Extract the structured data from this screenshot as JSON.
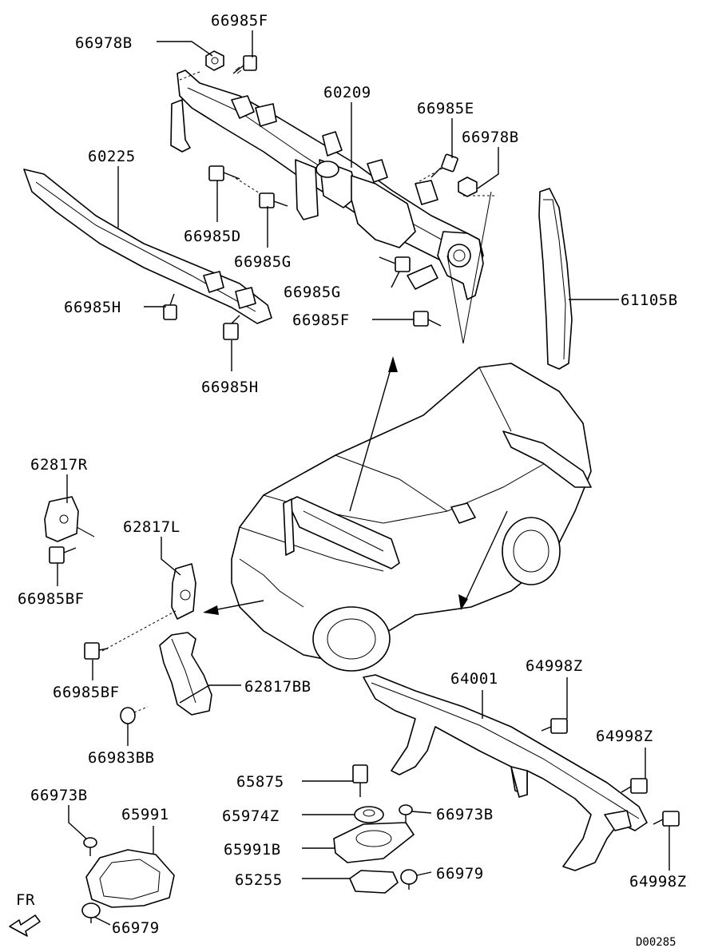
{
  "diagram_code": "D00285",
  "direction_label": "FR",
  "labels": {
    "l_66985F_top": "66985F",
    "l_66978B_top": "66978B",
    "l_60209": "60209",
    "l_66985E": "66985E",
    "l_66978B_right": "66978B",
    "l_60225": "60225",
    "l_66985D": "66985D",
    "l_66985G_a": "66985G",
    "l_66985G_b": "66985G",
    "l_66985F_mid": "66985F",
    "l_61105B": "61105B",
    "l_66985H_a": "66985H",
    "l_66985H_b": "66985H",
    "l_62817R": "62817R",
    "l_62817L": "62817L",
    "l_66985BF_a": "66985BF",
    "l_66985BF_b": "66985BF",
    "l_62817BB": "62817BB",
    "l_66983BB": "66983BB",
    "l_64001": "64001",
    "l_64998Z_a": "64998Z",
    "l_64998Z_b": "64998Z",
    "l_64998Z_c": "64998Z",
    "l_65875": "65875",
    "l_65974Z": "65974Z",
    "l_66973B_right": "66973B",
    "l_65991B": "65991B",
    "l_66979_right": "66979",
    "l_65255": "65255",
    "l_66973B_left": "66973B",
    "l_65991": "65991",
    "l_66979_left": "66979"
  }
}
